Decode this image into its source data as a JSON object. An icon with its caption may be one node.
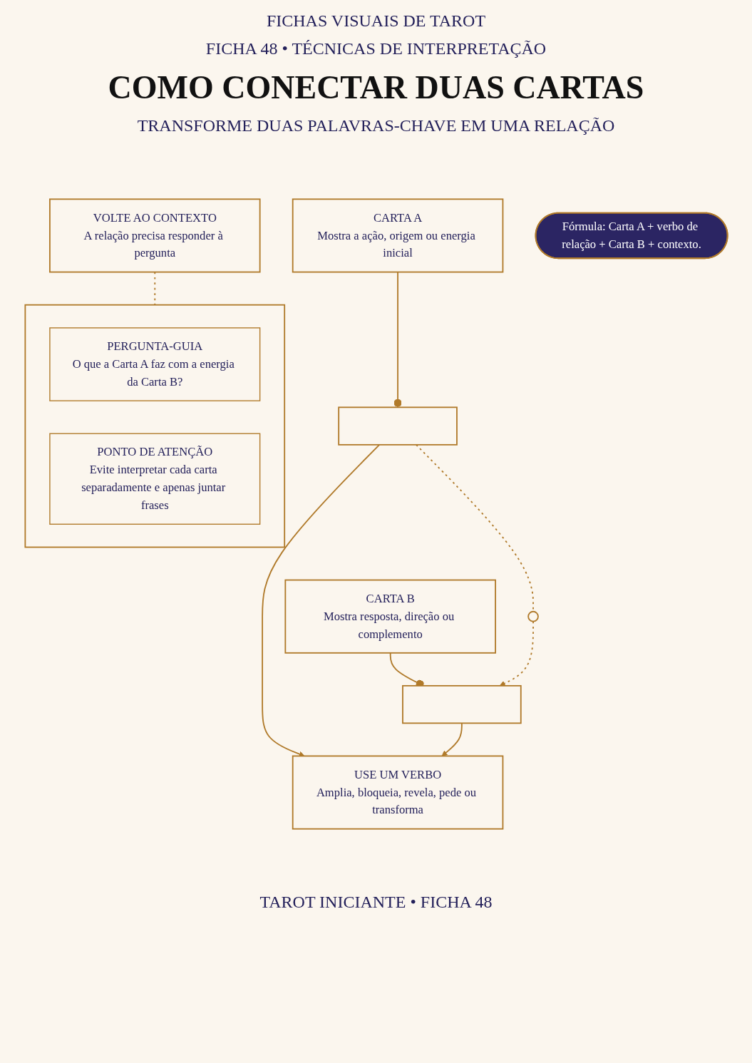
{
  "diagram": {
    "title": "COMO CONECTAR DUAS CARTAS",
    "nodes": [
      {
        "text": [
          "CARTA A",
          "Mostra a ação, origem ou energia inicial"
        ]
      },
      {
        "text": [],
        "shape": "box"
      },
      {
        "text": [],
        "shape": "circle"
      },
      {
        "text": [],
        "shape": "box"
      },
      {
        "text": [
          "CARTA B",
          "Mostra resposta, direção ou complemento"
        ]
      },
      {
        "text": [
          "USE UM VERBO",
          "Amplia, bloqueia, revela, pede ou transforma"
        ]
      },
      {
        "text": [
          "VOLTE AO CONTEXTO",
          "A relação precisa responder à pergunta"
        ]
      },
      {
        "text": [],
        "shape": "box"
      },
      {
        "text": [
          "PERGUNTA-GUIA",
          "O que a Carta A faz com a energia da Carta B?"
        ],
        "in": 7
      },
      {
        "text": [
          "PONTO DE ATENÇÃO",
          "Evite interpretar cada carta separadamente e apenas juntar frases"
        ],
        "in": 7
      },
      {
        "text": [
          "Fórmula: Carta A + verbo de relação + Carta B + contexto."
        ]
      }
    ],
    "edges": [
      {
        "from": 0,
        "to": 1,
        "arrow": "other"
      },
      {
        "from": 4,
        "to": 3,
        "arrow": "other"
      },
      {
        "from": 1,
        "to": 2,
        "arrow": "none",
        "style": "dashed"
      },
      {
        "from": 2,
        "to": 3,
        "arrow": "to",
        "style": "dashed"
      },
      {
        "from": 1,
        "to": 5,
        "arrow": "to"
      },
      {
        "from": 3,
        "to": 5,
        "arrow": "to"
      },
      {
        "from": 6,
        "to": 7,
        "arrow": "none",
        "style": "dashed"
      }
    ],
    "labels": [
      "FICHAS VISUAIS DE TAROT",
      "FICHA 48 • TÉCNICAS DE INTERPRETAÇÃO",
      "TRANSFORME DUAS PALAVRAS-CHAVE EM UMA RELAÇÃO",
      "TAROT INICIANTE • FICHA 48"
    ]
  }
}
